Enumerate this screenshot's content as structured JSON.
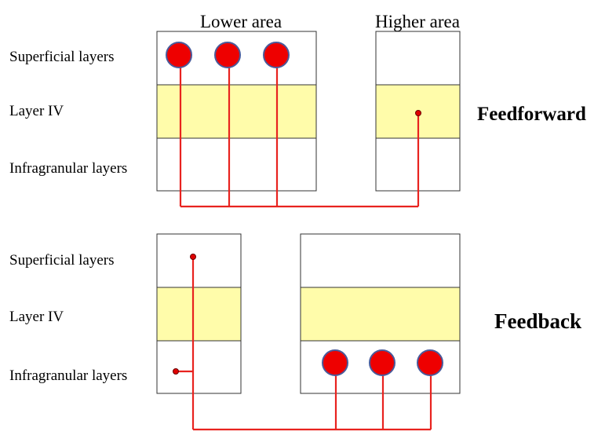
{
  "headers": {
    "lower_area": "Lower area",
    "higher_area": "Higher area"
  },
  "top_panel": {
    "title": "Feedforward",
    "rows": [
      "Superficial layers",
      "Layer IV",
      "Infragranular layers"
    ]
  },
  "bottom_panel": {
    "title": "Feedback",
    "rows": [
      "Superficial layers",
      "Layer IV",
      "Infragranular layers"
    ]
  },
  "colors": {
    "layer_iv": "#fffcaa",
    "neuron": "#ee0000",
    "neuron_outline": "#4a5a9a",
    "connection": "#e8231f"
  }
}
